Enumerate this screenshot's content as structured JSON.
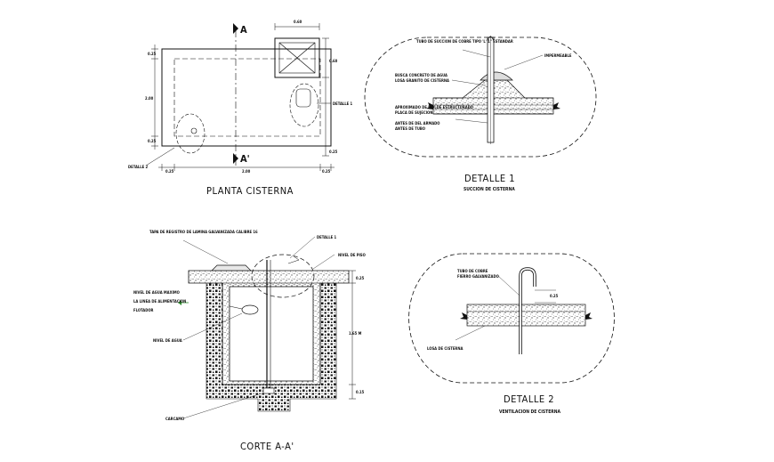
{
  "plan": {
    "title": "PLANTA CISTERNA",
    "section_mark_top": "A",
    "section_mark_bottom": "A'",
    "callout_detail2": "DETALLE 2",
    "callout_detail1": "DETALLE 1",
    "dims": {
      "top_box": "0.60",
      "left_top": "0.25",
      "left_mid": "2.00",
      "left_bottom": "0.25",
      "right_box": "0.60",
      "right_mid": "0.25",
      "bottom_total": "2.00",
      "bottom_left": "0.25",
      "bottom_right": "0.25"
    }
  },
  "detalle1": {
    "title": "DETALLE 1",
    "subtitle": "SUCCION DE CISTERNA",
    "note_top": "TUBO DE SUCCION DE COBRE TIPO 'L' 1\" ESTANDAR",
    "note_right": "IMPERMEABLE",
    "note_left_1": "BUSCA CONCRETO DE AGUA",
    "note_left_2": "LOSA GRANITO DE CISTERNA",
    "note_left_3": "APROXIMADO DE MOLDE ESTRUCTURADO",
    "note_left_4": "PLACA DE SUJECION",
    "note_left_5": "ANTES DE DEL ARMADO",
    "note_left_6": "ANTES DE TUBO"
  },
  "corte": {
    "title": "CORTE A-A'",
    "note_tapa": "TAPA DE REGISTRO DE LAMINA GALVANIZADA CALIBRE 16",
    "note_detalle": "DETALLE 1",
    "note_right_top": "NIVEL DE PISO",
    "note_left_1": "NIVEL DE AGUA MAXIMO",
    "note_left_2": "LA LINEA DE ALIMENTACION",
    "note_left_3": "FLOTADOR",
    "note_level": "NIVEL DE AGUA",
    "note_bottom": "CARCAMO",
    "dim_height": "1.65 M",
    "dim_top": "0.25",
    "dim_bottom": "0.15"
  },
  "detalle2": {
    "title": "DETALLE 2",
    "subtitle": "VENTILACION DE CISTERNA",
    "note_top_1": "TUBO DE COBRE",
    "note_top_2": "FIERRO GALVANIZADO",
    "note_right": "0.25",
    "note_left": "LOSA DE CISTERNA"
  },
  "colors": {
    "line": "#111111",
    "accent_green": "#2a8a2a",
    "background": "#ffffff"
  }
}
